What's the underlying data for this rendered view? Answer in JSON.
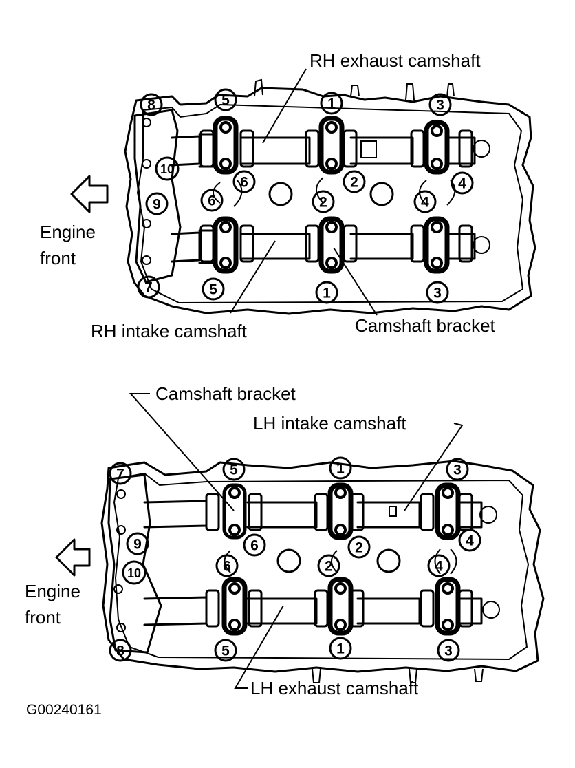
{
  "top_diagram": {
    "labels": {
      "exhaust": "RH exhaust camshaft",
      "intake": "RH intake camshaft",
      "bracket": "Camshaft bracket",
      "front_line1": "Engine",
      "front_line2": "front"
    },
    "numbers": [
      "8",
      "5",
      "1",
      "3",
      "10",
      "6",
      "2",
      "4",
      "9",
      "6",
      "2",
      "4",
      "7",
      "5",
      "1",
      "3"
    ]
  },
  "bottom_diagram": {
    "labels": {
      "bracket": "Camshaft bracket",
      "intake": "LH intake camshaft",
      "exhaust": "LH exhaust camshaft",
      "front_line1": "Engine",
      "front_line2": "front"
    },
    "numbers": [
      "7",
      "5",
      "1",
      "3",
      "9",
      "6",
      "4",
      "10",
      "6",
      "2",
      "2",
      "4",
      "8",
      "5",
      "1",
      "3"
    ]
  },
  "figure_code": "G00240161"
}
